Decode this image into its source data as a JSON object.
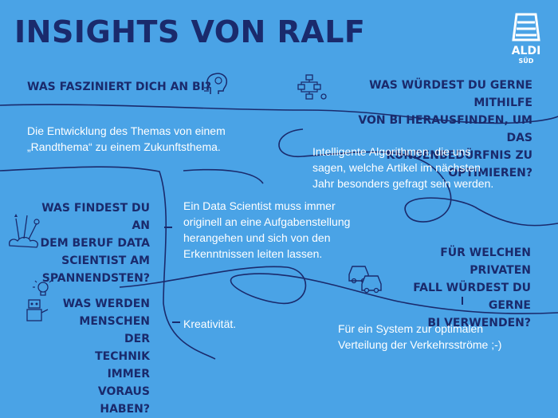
{
  "title": "INSIGHTS VON RALF",
  "logo": {
    "word": "ALDI",
    "sub": "SÜD"
  },
  "qa": [
    {
      "question": "WAS FASZINIERT DICH AN BI?",
      "answer": "Die Entwicklung des Themas von einem „Randthema“ zu einem Zukunftsthema."
    },
    {
      "question_lines": [
        "WAS WÜRDEST DU GERNE MITHILFE",
        "VON BI HERAUSFINDEN, UM DAS",
        "KUNDENBEDÜRFNIS ZU OPTIMIEREN?"
      ],
      "answer_lines": [
        "Intelligente Algorithmen, die uns",
        "sagen, welche Artikel im nächsten",
        "Jahr besonders gefragt sein werden."
      ]
    },
    {
      "question_lines": [
        "WAS FINDEST DU AN",
        "DEM BERUF DATA",
        "SCIENTIST AM",
        "SPANNENDSTEN?"
      ],
      "answer_lines": [
        "Ein Data Scientist muss immer",
        "originell an eine Aufgabenstellung",
        "herangehen und sich von den",
        "Erkenntnissen leiten lassen."
      ]
    },
    {
      "question_lines": [
        "FÜR WELCHEN PRIVATEN",
        "FALL WÜRDEST DU GERNE",
        "BI VERWENDEN?"
      ],
      "answer_lines": [
        "Für ein System zur optimalen",
        "Verteilung der Verkehrsströme ;-)"
      ]
    },
    {
      "question_lines": [
        "WAS WERDEN",
        "MENSCHEN DER",
        "TECHNIK IMMER",
        "VORAUS HABEN?"
      ],
      "answer": "Kreativität."
    }
  ],
  "colors": {
    "background": "#4aa3e6",
    "navy": "#1a2a6c",
    "answer_text": "#ffffff"
  }
}
